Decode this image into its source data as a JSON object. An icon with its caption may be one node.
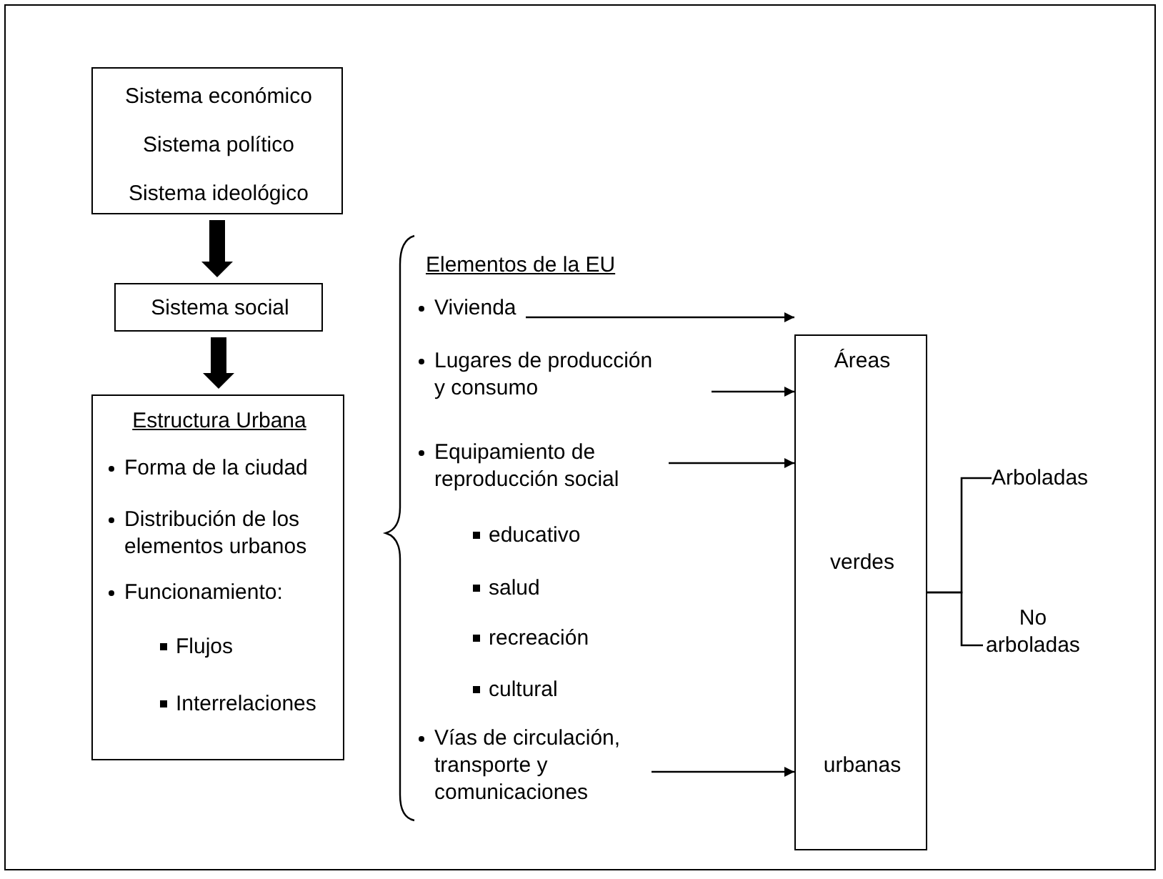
{
  "diagram": {
    "nodes": [
      {
        "text": [
          "Sistema económico",
          "Sistema político",
          "Sistema ideológico"
        ]
      },
      {
        "text": [
          "Sistema social"
        ]
      },
      {
        "text": [
          "Estructura Urbana",
          "Forma de la ciudad",
          "Distribución de los elementos urbanos",
          "Funcionamiento:",
          "Flujos",
          "Interrelaciones"
        ]
      },
      {
        "text": [
          "Vivienda"
        ]
      },
      {
        "text": [
          "Lugares de producción y consumo"
        ]
      },
      {
        "text": [
          "Equipamiento de reproducción social"
        ]
      },
      {
        "text": [
          "Vías de circulación, transporte y comunicaciones"
        ]
      },
      {
        "text": [
          "Áreas",
          "verdes",
          "urbanas"
        ]
      },
      {
        "text": [
          "Arboladas"
        ]
      },
      {
        "text": [
          "No arboladas"
        ]
      }
    ],
    "edges": [
      {
        "from": 0,
        "to": 1,
        "arrow": "to",
        "style": "thick"
      },
      {
        "from": 1,
        "to": 2,
        "arrow": "to",
        "style": "thick"
      },
      {
        "from": 3,
        "to": 7,
        "arrow": "to"
      },
      {
        "from": 4,
        "to": 7,
        "arrow": "to"
      },
      {
        "from": 5,
        "to": 7,
        "arrow": "to"
      },
      {
        "from": 6,
        "to": 7,
        "arrow": "to"
      },
      {
        "from": 7,
        "to": 8,
        "arrow": "none"
      },
      {
        "from": 7,
        "to": 9,
        "arrow": "none"
      }
    ],
    "labels": [
      "Elementos de la EU",
      "educativo",
      "salud",
      "recreación",
      "cultural"
    ]
  }
}
